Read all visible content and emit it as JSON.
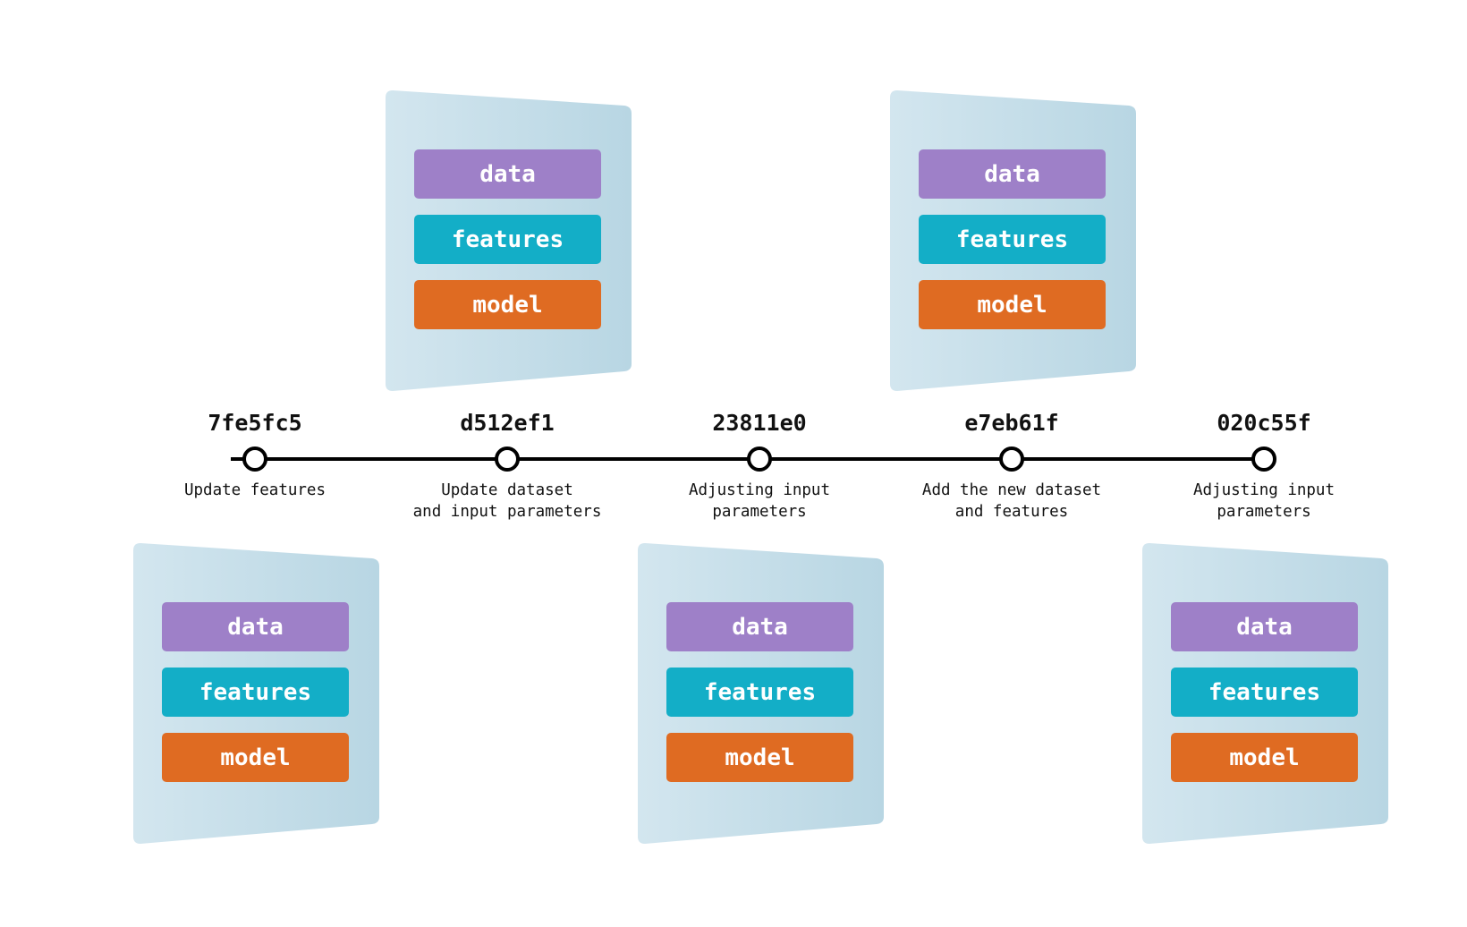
{
  "colors": {
    "data": "#9e80c8",
    "features": "#13aec7",
    "model": "#df6b22",
    "card_light": "#d3e6ef",
    "card_dark": "#b8d6e3",
    "timeline": "#000000"
  },
  "block_labels": {
    "data": "data",
    "features": "features",
    "model": "model"
  },
  "commits": [
    {
      "hash": "7fe5fc5",
      "message": [
        "Update features"
      ],
      "snapshot_side": "below"
    },
    {
      "hash": "d512ef1",
      "message": [
        "Update dataset",
        "and input parameters"
      ],
      "snapshot_side": "above"
    },
    {
      "hash": "23811e0",
      "message": [
        "Adjusting input",
        "parameters"
      ],
      "snapshot_side": "below"
    },
    {
      "hash": "e7eb61f",
      "message": [
        "Add the new dataset",
        "and features"
      ],
      "snapshot_side": "above"
    },
    {
      "hash": "020c55f",
      "message": [
        "Adjusting input",
        "parameters"
      ],
      "snapshot_side": "below"
    }
  ]
}
